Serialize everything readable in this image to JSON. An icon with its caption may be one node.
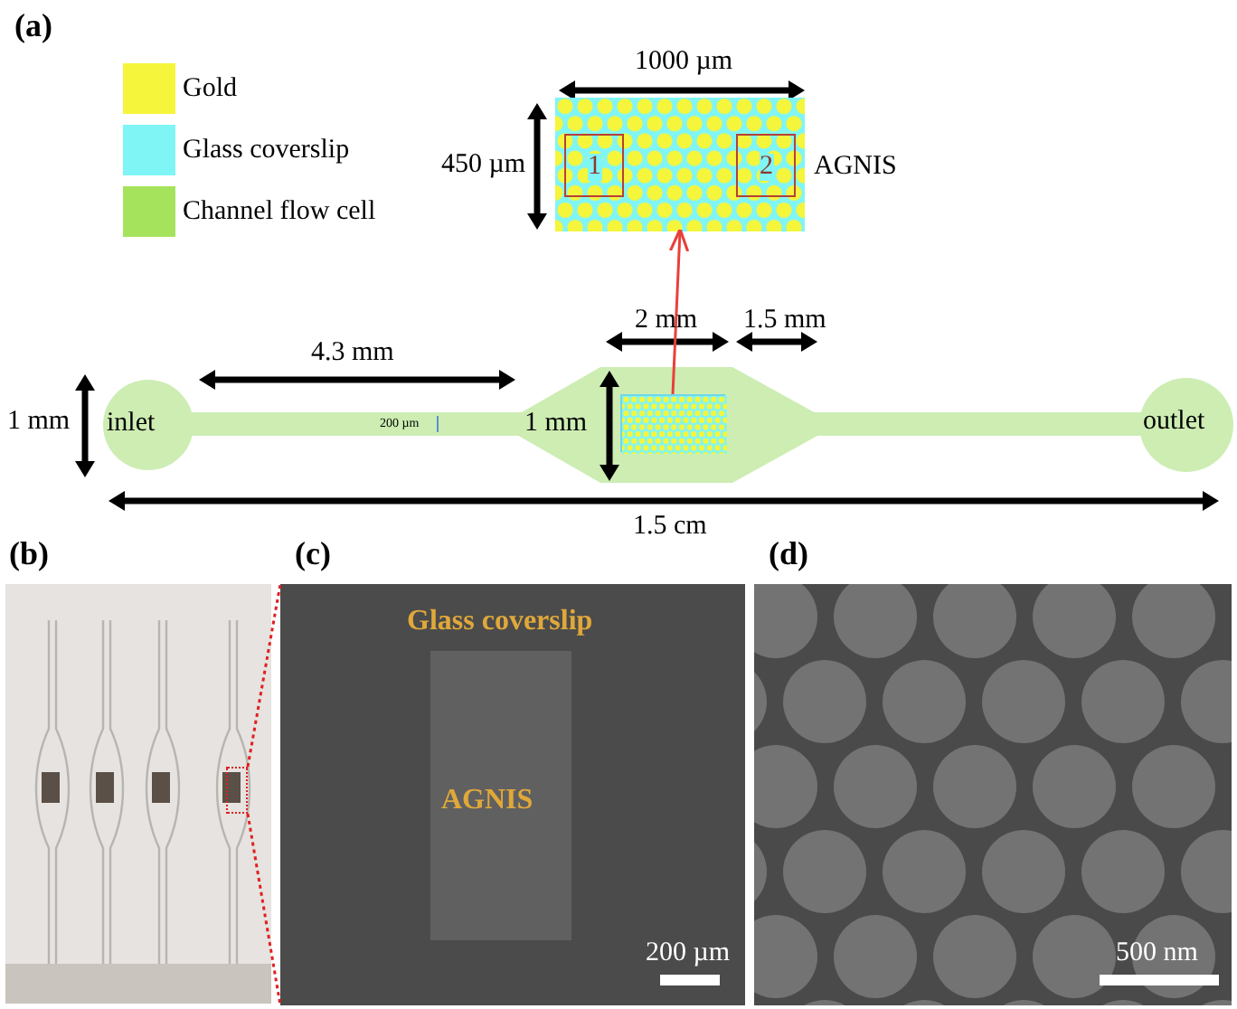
{
  "diagram": {
    "nodes": [
      {
        "text": [
          "AGNIS"
        ]
      },
      {
        "text": [
          "1"
        ],
        "in": 0
      },
      {
        "text": [
          "2"
        ],
        "in": 0
      },
      {
        "text": [
          "inlet"
        ]
      },
      {
        "text": [],
        "shape": "box"
      },
      {
        "text": [
          "outlet"
        ]
      },
      {
        "text": [],
        "shape": "picture"
      },
      {
        "text": [],
        "shape": "box",
        "in": 6
      },
      {
        "text": [
          "Glass coverslip"
        ]
      },
      {
        "text": [
          "AGNIS"
        ],
        "in": 8
      },
      {
        "text": [],
        "shape": "picture"
      }
    ],
    "edges": [
      {
        "from": 4,
        "to": 0,
        "arrow": "to",
        "color": "#e8403a"
      },
      {
        "from": 7,
        "to": 8,
        "arrow": "none",
        "style": "dashed",
        "color": "#e02020"
      },
      {
        "from": 7,
        "to": 8,
        "arrow": "none",
        "style": "dashed",
        "color": "#e02020"
      }
    ],
    "labels": [
      "(a)",
      "1000 µm",
      "450 µm",
      "2 mm",
      "1.5 mm",
      "4.3 mm",
      "1 mm",
      "200 µm",
      "1 mm",
      "1.5 cm",
      "(b)",
      "(c)",
      "(d)",
      "200 µm",
      "500 nm"
    ],
    "legend": [
      {
        "text": "Gold",
        "color": "#f5f53c"
      },
      {
        "text": "Glass coverslip",
        "color": "#80f5f5"
      },
      {
        "text": "Channel flow cell",
        "color": "#a6e35c"
      }
    ]
  }
}
